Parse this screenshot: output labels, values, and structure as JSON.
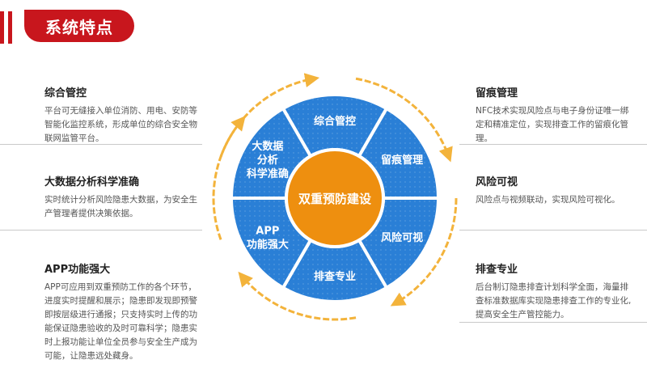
{
  "header": {
    "title": "系统特点"
  },
  "diagram": {
    "center": "双重预防建设",
    "segments": [
      {
        "lines": [
          "综合管控"
        ]
      },
      {
        "lines": [
          "留痕管理"
        ]
      },
      {
        "lines": [
          "风险可视"
        ]
      },
      {
        "lines": [
          "排查专业"
        ]
      },
      {
        "lines": [
          "APP",
          "功能强大"
        ]
      },
      {
        "lines": [
          "大数据",
          "分析",
          "科学准确"
        ]
      }
    ],
    "colors": {
      "segment": "#2a7fd6",
      "segment_dark": "#1c64b8",
      "center": "#ee8f0f",
      "arrow": "#f3b33b",
      "accent": "#c8161d"
    }
  },
  "left": [
    {
      "title": "综合管控",
      "lines": [
        "平台可无缝接入单位消防、用电、安防等",
        "智能化监控系统，形成单位的综合安全物",
        "联网监管平台。"
      ]
    },
    {
      "title": "大数据分析科学准确",
      "lines": [
        "实时统计分析风险隐患大数据，为安全生",
        "产管理者提供决策依据。"
      ]
    },
    {
      "title": "APP功能强大",
      "lines": [
        "APP可应用到双重预防工作的各个环节，",
        "进度实时提醒和展示；隐患即发现即预警",
        "即按层级进行通报；只支持实时上传的功",
        "能保证隐患验收的及时可靠科学；隐患实",
        "时上报功能让单位全员参与安全生产成为",
        "可能，让隐患远处藏身。"
      ]
    }
  ],
  "right": [
    {
      "title": "留痕管理",
      "lines": [
        "NFC技术实现风险点与电子身份证唯一绑",
        "定和精准定位，实现排查工作的留痕化管",
        "理。"
      ]
    },
    {
      "title": "风险可视",
      "lines": [
        "风险点与视频联动，实现风险可视化。"
      ]
    },
    {
      "title": "排查专业",
      "lines": [
        "后台制订隐患排查计划科学全面，海量排",
        "查标准数据库实现隐患排查工作的专业化,",
        "提高安全生产管控能力。"
      ]
    }
  ]
}
